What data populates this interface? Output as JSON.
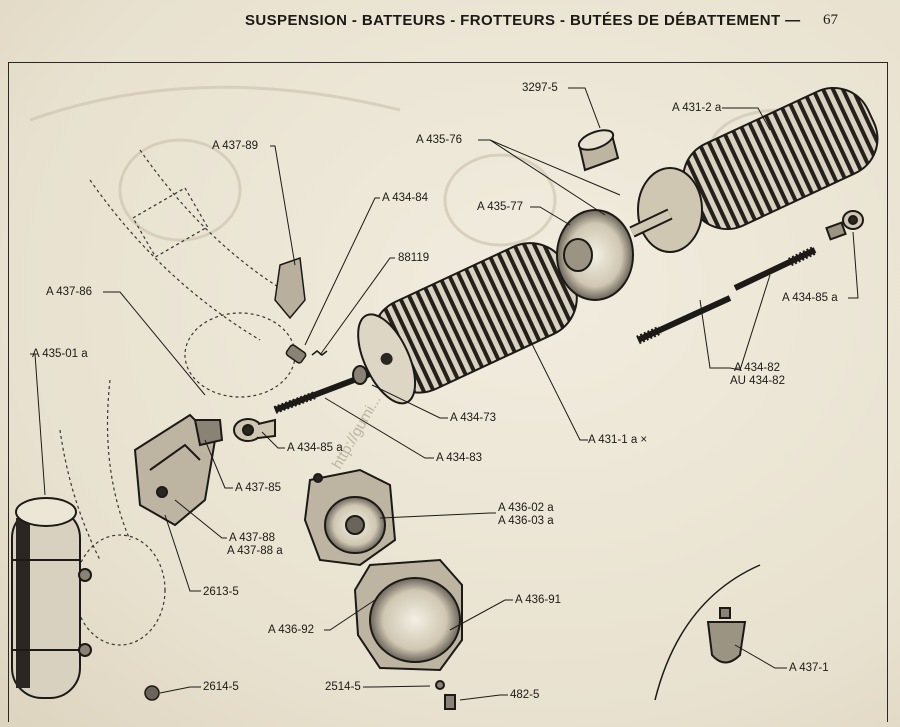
{
  "header": {
    "title": "SUSPENSION - BATTEURS - FROTTEURS - BUTÉES DE DÉBATTEMENT —",
    "page_number": "67"
  },
  "watermark": "http://gumi...",
  "parts": {
    "p3297": "3297-5",
    "p431_2": "A 431-2 a",
    "p435_76": "A 435-76",
    "p437_89": "A 437-89",
    "p434_84": "A 434-84",
    "p435_77": "A 435-77",
    "p88119": "88119",
    "p437_86": "A 437-86",
    "p434_85_right": "A 434-85 a",
    "p435_01": "A 435-01 a",
    "p434_82": "A 434-82",
    "p434_82_au": "AU 434-82",
    "p434_73": "A 434-73",
    "p434_85_mid": "A 434-85 a",
    "p431_1": "A 431-1 a ×",
    "p434_83": "A 434-83",
    "p437_85": "A 437-85",
    "p436_02": "A 436-02 a",
    "p436_03": "A 436-03 a",
    "p437_88": "A 437-88",
    "p437_88a": "A 437-88 a",
    "p2613": "2613-5",
    "p436_91": "A 436-91",
    "p436_92": "A 436-92",
    "p437_1": "A 437-1",
    "p2614": "2614-5",
    "p2514": "2514-5",
    "p482": "482-5"
  }
}
